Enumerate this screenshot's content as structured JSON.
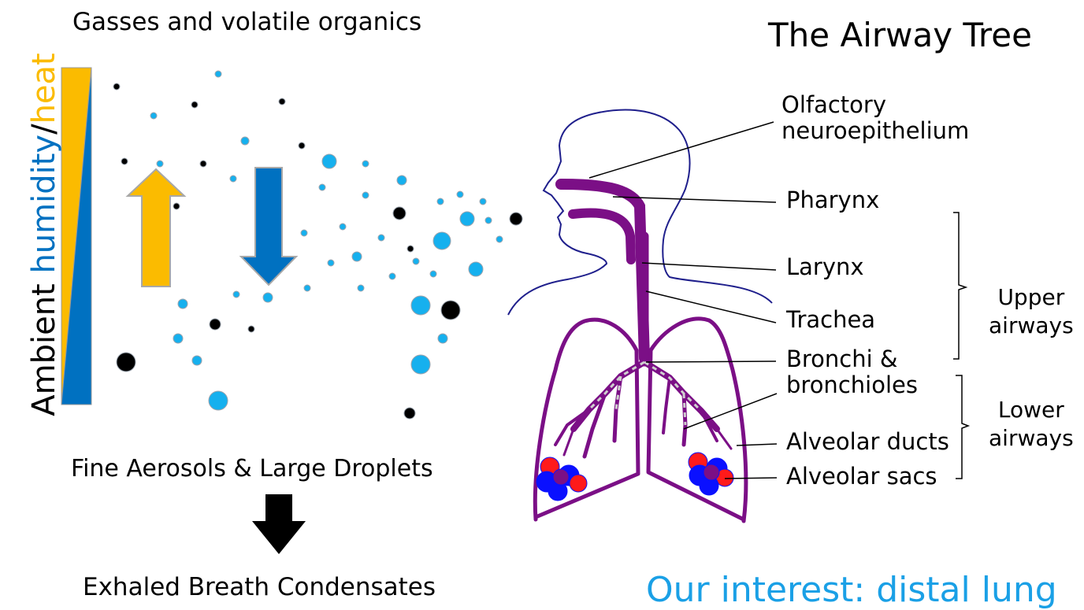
{
  "title": "The Airway Tree",
  "top_label": "Gasses and volatile organics",
  "vertical_label": {
    "part1": "Ambient ",
    "part2": "humidity",
    "part3": "/",
    "part4": "heat"
  },
  "aerosols_label": "Fine Aerosols & Large Droplets",
  "condensate_label": "Exhaled Breath Condensates",
  "interest_label": "Our interest: distal lung",
  "airway_labels": {
    "olfactory": [
      "Olfactory",
      "neuroepithelium"
    ],
    "pharynx": "Pharynx",
    "larynx": "Larynx",
    "trachea": "Trachea",
    "bronchi": [
      "Bronchi &",
      "bronchioles"
    ],
    "ducts": "Alveolar ducts",
    "sacs": "Alveolar sacs"
  },
  "groups": {
    "upper": [
      "Upper",
      "airways"
    ],
    "lower": [
      "Lower",
      "airways"
    ]
  },
  "colors": {
    "heat": "#fbbb00",
    "humidity": "#0071c1",
    "droplet_blue": "#16b0ee",
    "airway_purple": "#7b0f86",
    "head_outline": "#1f1f8c",
    "alveoli_red": "#ff1a1a",
    "alveoli_blue": "#0a10ff",
    "interest_text": "#1aa0e6"
  },
  "icons": [
    "arrow-up-icon",
    "arrow-down-icon",
    "arrow-down-black-icon"
  ]
}
